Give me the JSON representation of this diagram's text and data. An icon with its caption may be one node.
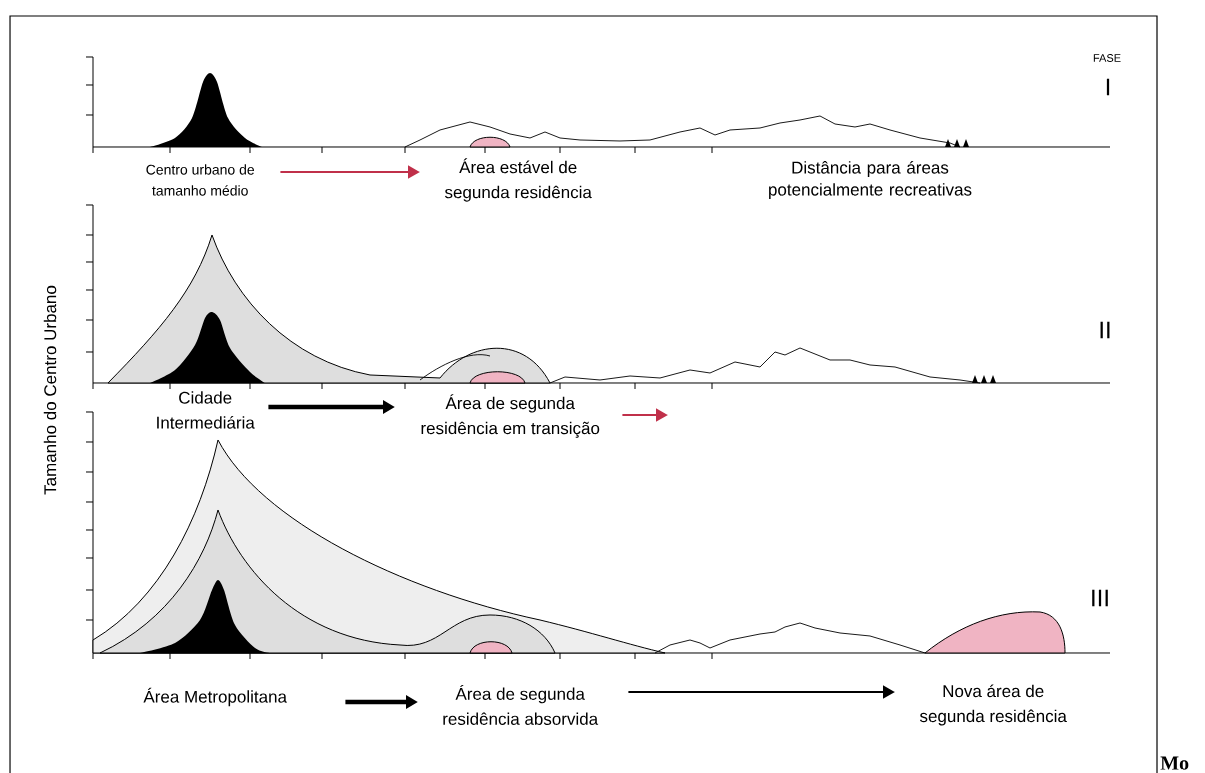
{
  "diagram": {
    "nodes": [
      {
        "text": [
          "Centro urbano de tamanho médio"
        ]
      },
      {
        "text": [
          "Área estável de segunda residência"
        ]
      },
      {
        "text": [
          "Cidade Intermediária"
        ]
      },
      {
        "text": [
          "Área de segunda residência em transição"
        ]
      },
      {
        "text": [
          "Área Metropolitana"
        ]
      },
      {
        "text": [
          "Área de segunda residência absorvida"
        ]
      },
      {
        "text": [
          "Nova área de segunda residência"
        ]
      }
    ],
    "edges": [
      {
        "from": 0,
        "to": 1,
        "arrow": "to",
        "color": "#c0304a"
      },
      {
        "from": 2,
        "to": 3,
        "arrow": "to",
        "style": "thick"
      },
      {
        "from": 3,
        "to": null,
        "arrow": "to",
        "color": "#c0304a"
      },
      {
        "from": 4,
        "to": 5,
        "arrow": "to",
        "style": "thick"
      },
      {
        "from": 5,
        "to": 6,
        "arrow": "to"
      }
    ],
    "labels": [
      "FASE",
      "I",
      "Distância para áreas potencialmente recreativas",
      "Tamanho do Centro Urbano",
      "II",
      "III",
      "Mo"
    ]
  }
}
